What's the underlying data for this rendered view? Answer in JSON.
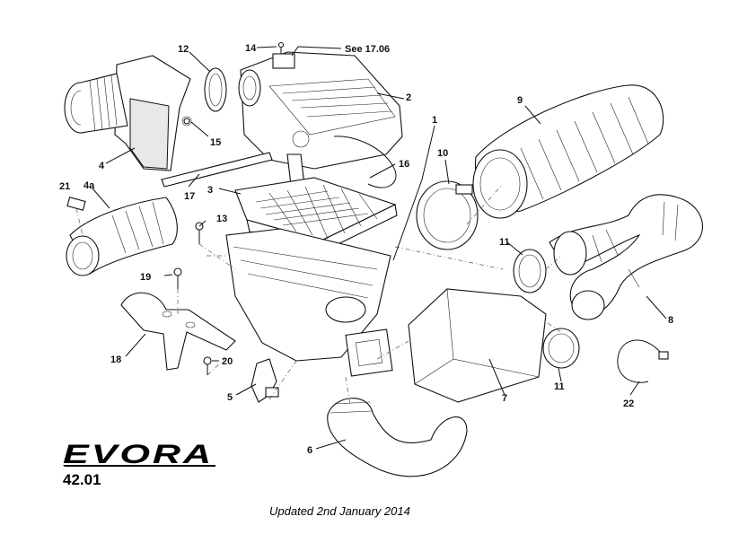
{
  "brand": {
    "logo_text": "EVORA",
    "page_number": "42.01"
  },
  "footer": {
    "updated": "Updated 2nd January 2014"
  },
  "reference": {
    "see_label": "See 17.06"
  },
  "callouts": [
    {
      "id": "1",
      "label": "1"
    },
    {
      "id": "2",
      "label": "2"
    },
    {
      "id": "3",
      "label": "3"
    },
    {
      "id": "4",
      "label": "4"
    },
    {
      "id": "4a",
      "label": "4a"
    },
    {
      "id": "5",
      "label": "5"
    },
    {
      "id": "6",
      "label": "6"
    },
    {
      "id": "7",
      "label": "7"
    },
    {
      "id": "8",
      "label": "8"
    },
    {
      "id": "9",
      "label": "9"
    },
    {
      "id": "10",
      "label": "10"
    },
    {
      "id": "11a",
      "label": "11"
    },
    {
      "id": "11b",
      "label": "11"
    },
    {
      "id": "12",
      "label": "12"
    },
    {
      "id": "13",
      "label": "13"
    },
    {
      "id": "14",
      "label": "14"
    },
    {
      "id": "15",
      "label": "15"
    },
    {
      "id": "16",
      "label": "16"
    },
    {
      "id": "17",
      "label": "17"
    },
    {
      "id": "18",
      "label": "18"
    },
    {
      "id": "19",
      "label": "19"
    },
    {
      "id": "20",
      "label": "20"
    },
    {
      "id": "21",
      "label": "21"
    },
    {
      "id": "22",
      "label": "22"
    }
  ]
}
